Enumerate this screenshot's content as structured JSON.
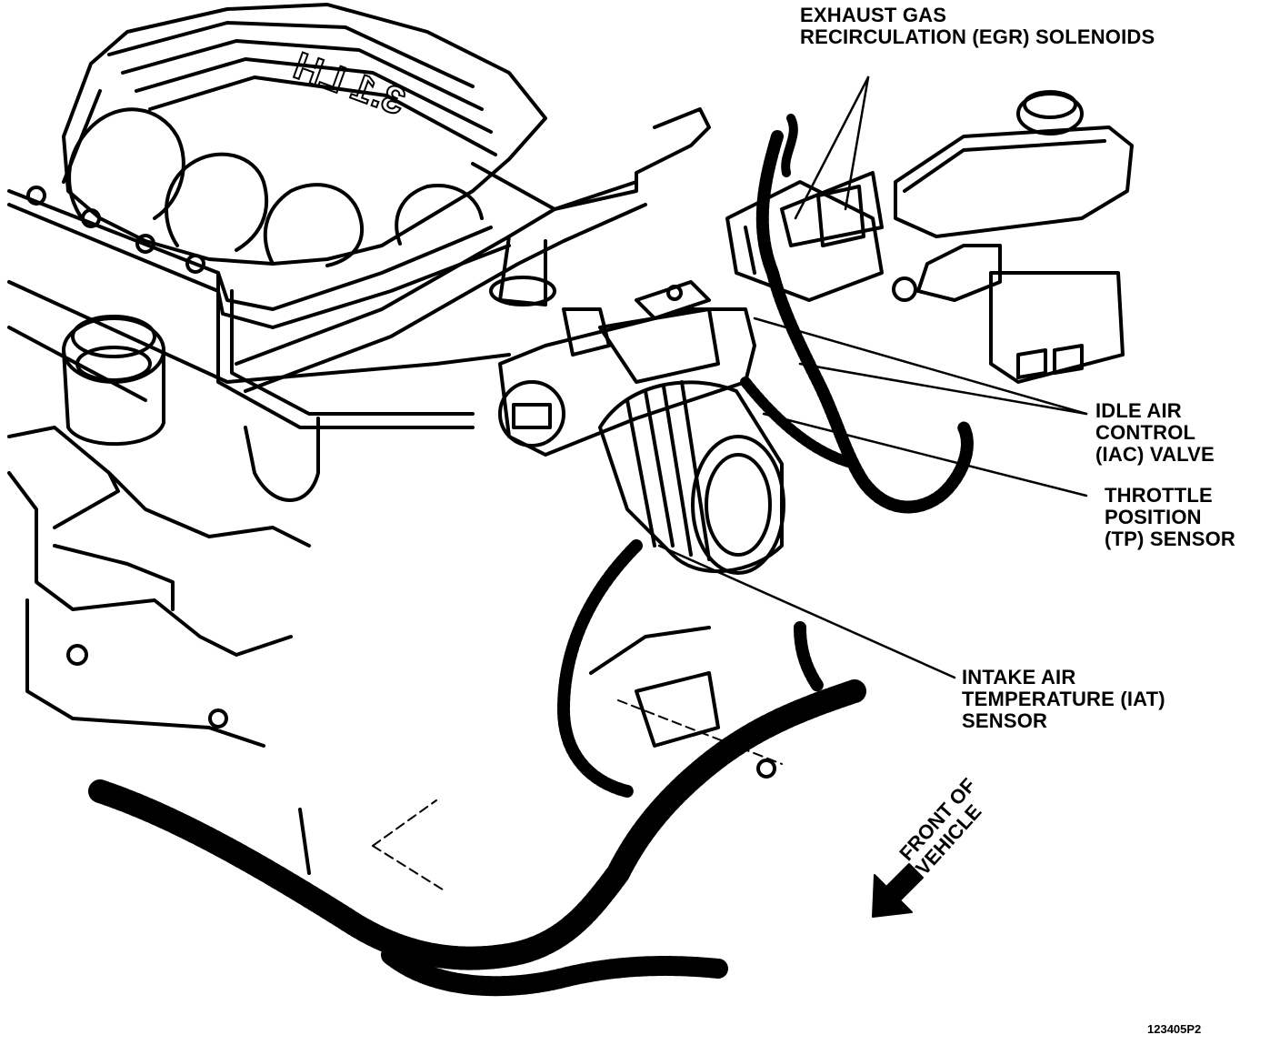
{
  "callouts": {
    "egr": {
      "line1": "EXHAUST GAS",
      "line2": "RECIRCULATION (EGR) SOLENOIDS"
    },
    "iac": {
      "line1": "IDLE AIR",
      "line2": "CONTROL",
      "line3": "(IAC) VALVE"
    },
    "tp": {
      "line1": "THROTTLE",
      "line2": "POSITION",
      "line3": "(TP) SENSOR"
    },
    "iat": {
      "line1": "INTAKE AIR",
      "line2": "TEMPERATURE (IAT)",
      "line3": "SENSOR"
    }
  },
  "front": {
    "line1": "FRONT OF",
    "line2": "VEHICLE"
  },
  "valve_cover_text": "3.1 LH",
  "figure_number": "123405P2",
  "colors": {
    "ink": "#000000",
    "paper": "#ffffff"
  }
}
